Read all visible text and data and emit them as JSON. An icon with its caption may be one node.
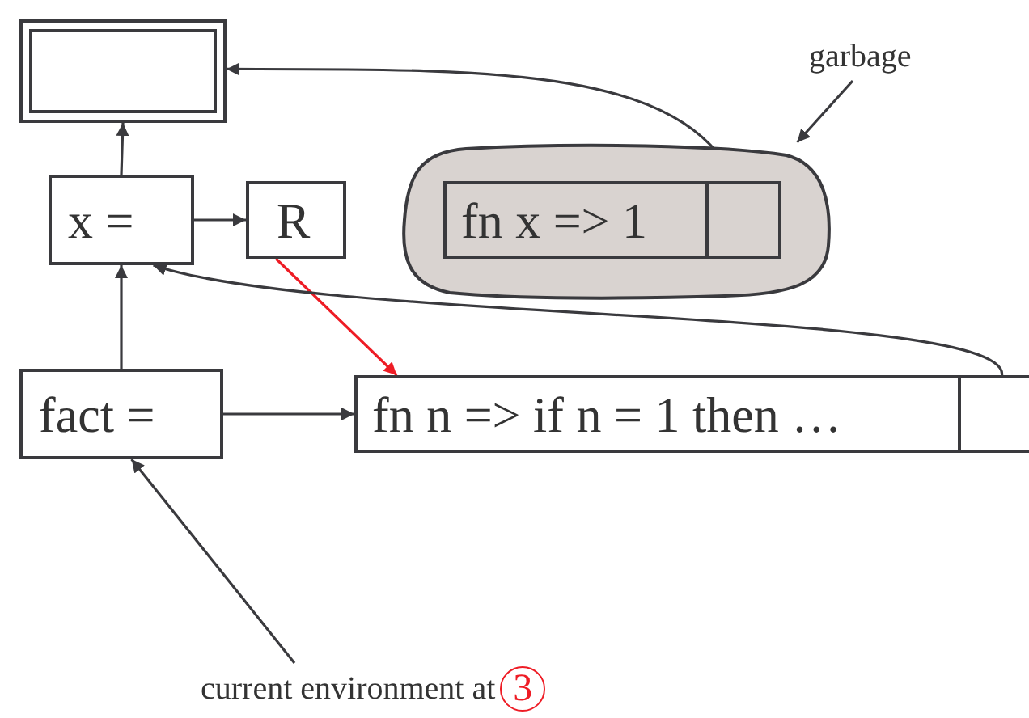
{
  "diagram": {
    "nodes": [
      {
        "text": [],
        "shape": "box"
      },
      {
        "text": [
          "x ="
        ]
      },
      {
        "text": [
          "R"
        ]
      },
      {
        "text": [],
        "shape": "cloud"
      },
      {
        "text": [
          "fn x => 1"
        ],
        "in": 3
      },
      {
        "text": [],
        "shape": "box",
        "in": 3
      },
      {
        "text": [
          "fact ="
        ]
      },
      {
        "text": [
          "fn n => if n = 1 then …"
        ]
      },
      {
        "text": [],
        "shape": "box"
      },
      {
        "text": [
          "garbage"
        ]
      },
      {
        "text": [
          "current environment at",
          "3"
        ]
      }
    ],
    "edges": [
      {
        "from": 1,
        "to": 0,
        "arrow": "to"
      },
      {
        "from": 1,
        "to": 2,
        "arrow": "to"
      },
      {
        "from": 2,
        "to": 7,
        "arrow": "to",
        "color": "#ee1c25"
      },
      {
        "from": 6,
        "to": 1,
        "arrow": "to"
      },
      {
        "from": 6,
        "to": 7,
        "arrow": "to"
      },
      {
        "from": 5,
        "to": 0,
        "arrow": "to"
      },
      {
        "from": 8,
        "to": 1,
        "arrow": "to"
      },
      {
        "from": 9,
        "to": 3,
        "arrow": "to"
      },
      {
        "from": 10,
        "to": 6,
        "arrow": "to"
      }
    ]
  }
}
